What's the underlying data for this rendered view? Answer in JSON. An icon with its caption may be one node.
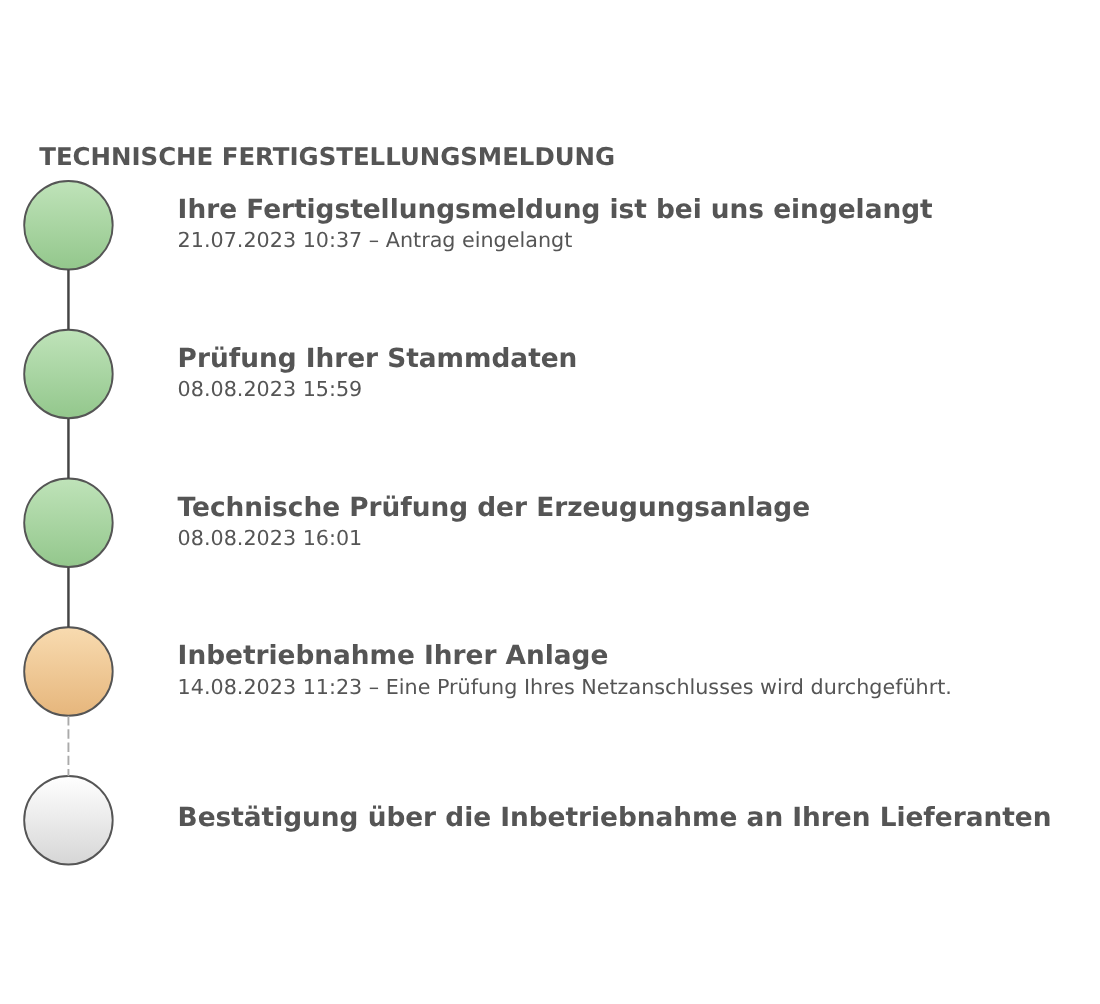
{
  "diagram": {
    "title": "TECHNISCHE FERTIGSTELLUNGSMELDUNG",
    "nodes": [
      {
        "text": [],
        "shape": "circle",
        "beside": [
          "Ihre Fertigstellungsmeldung ist bei uns eingelangt",
          "21.07.2023 10:37 – Antrag eingelangt"
        ]
      },
      {
        "text": [],
        "shape": "circle",
        "beside": [
          "Prüfung Ihrer Stammdaten",
          "08.08.2023 15:59"
        ]
      },
      {
        "text": [],
        "shape": "circle",
        "beside": [
          "Technische Prüfung der Erzeugungsanlage",
          "08.08.2023 16:01"
        ]
      },
      {
        "text": [],
        "shape": "circle",
        "beside": [
          "Inbetriebnahme Ihrer Anlage",
          "14.08.2023 11:23 – Eine Prüfung Ihres Netzanschlusses wird durchgeführt."
        ]
      },
      {
        "text": [],
        "shape": "circle",
        "beside": [
          "Bestätigung über die Inbetriebnahme an Ihren Lieferanten"
        ]
      }
    ],
    "edges": [
      {
        "from": 0,
        "to": 1,
        "arrow": "none"
      },
      {
        "from": 1,
        "to": 2,
        "arrow": "none"
      },
      {
        "from": 2,
        "to": 3,
        "arrow": "none"
      },
      {
        "from": 3,
        "to": 4,
        "arrow": "none",
        "style": "dashed",
        "color": "#aaaaaa"
      }
    ]
  }
}
